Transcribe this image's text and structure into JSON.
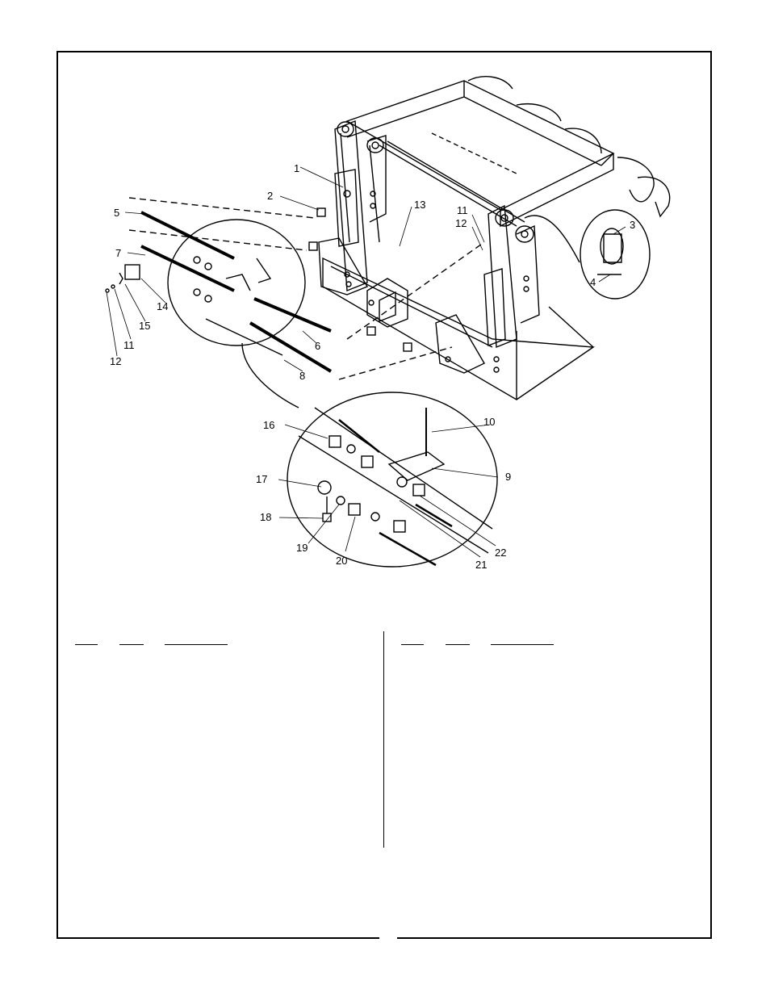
{
  "diagram": {
    "callouts": [
      "1",
      "2",
      "3",
      "4",
      "5",
      "6",
      "7",
      "8",
      "9",
      "10",
      "11",
      "11",
      "12",
      "12",
      "13",
      "14",
      "15",
      "16",
      "17",
      "18",
      "19",
      "20",
      "21",
      "22"
    ]
  },
  "parts_table": {
    "left_columns": [
      "",
      "",
      ""
    ],
    "right_columns": [
      "",
      "",
      ""
    ]
  }
}
